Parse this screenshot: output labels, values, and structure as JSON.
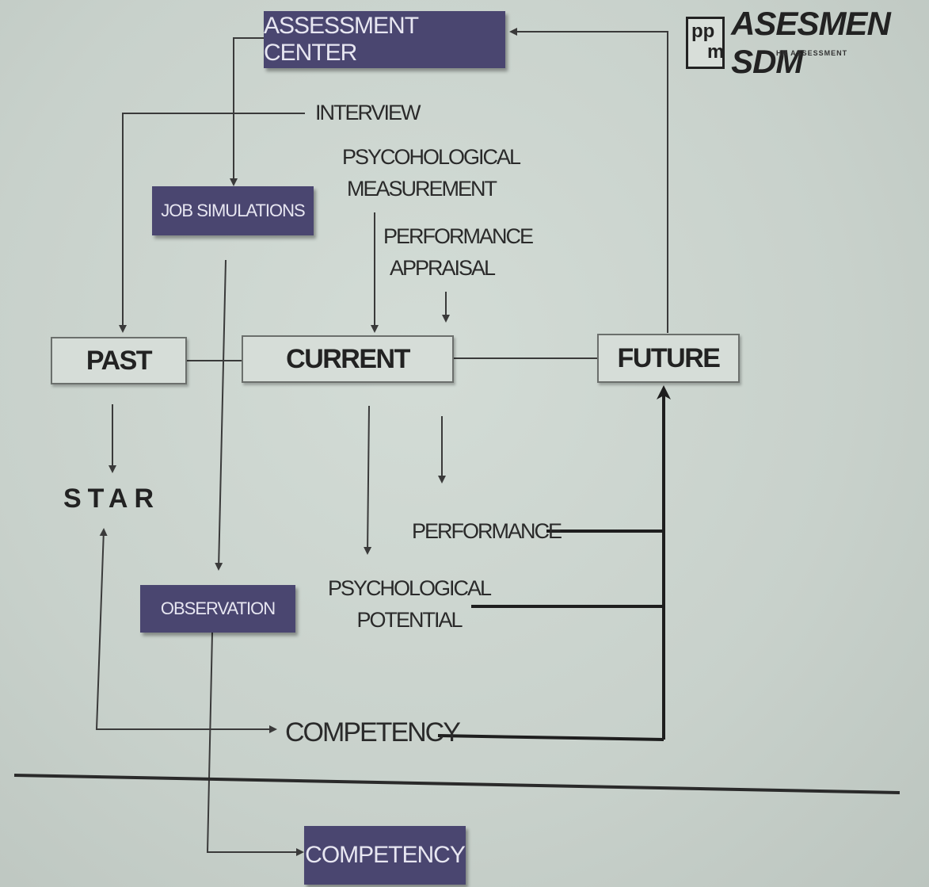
{
  "logo": {
    "mark_top": "pp",
    "mark_bottom": "m",
    "name": "ASESMEN SDM",
    "tagline": "HR ASSESSMENT"
  },
  "boxes": {
    "assessment_center": "ASSESSMENT CENTER",
    "job_simulations": "JOB SIMULATIONS",
    "observation": "OBSERVATION",
    "competency_bottom": "COMPETENCY"
  },
  "timeline": {
    "past": "PAST",
    "current": "CURRENT",
    "future": "FUTURE"
  },
  "labels": {
    "interview": "INTERVIEW",
    "psychological_measurement_1": "PSYCOHOLOGICAL",
    "psychological_measurement_2": "MEASUREMENT",
    "performance_appraisal_1": "PERFORMANCE",
    "performance_appraisal_2": "APPRAISAL",
    "star": "STAR",
    "performance": "PERFORMANCE",
    "psychological_potential_1": "PSYCHOLOGICAL",
    "psychological_potential_2": "POTENTIAL",
    "competency": "COMPETENCY"
  },
  "colors": {
    "dark_box": "#4a4670",
    "background": "#c9d2cc",
    "line": "#3a3a3a"
  }
}
